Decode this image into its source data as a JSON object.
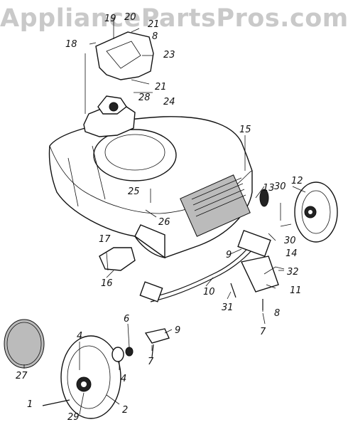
{
  "watermark": "AppliancePartsPros.com",
  "callouts": [
    "1",
    "2",
    "4",
    "4",
    "6",
    "7",
    "7",
    "8",
    "8",
    "9",
    "9",
    "10",
    "11",
    "12",
    "13",
    "14",
    "15",
    "16",
    "17",
    "18",
    "19",
    "20",
    "21",
    "21",
    "23",
    "24",
    "25",
    "26",
    "27",
    "28",
    "29",
    "30",
    "30",
    "31",
    "32"
  ]
}
